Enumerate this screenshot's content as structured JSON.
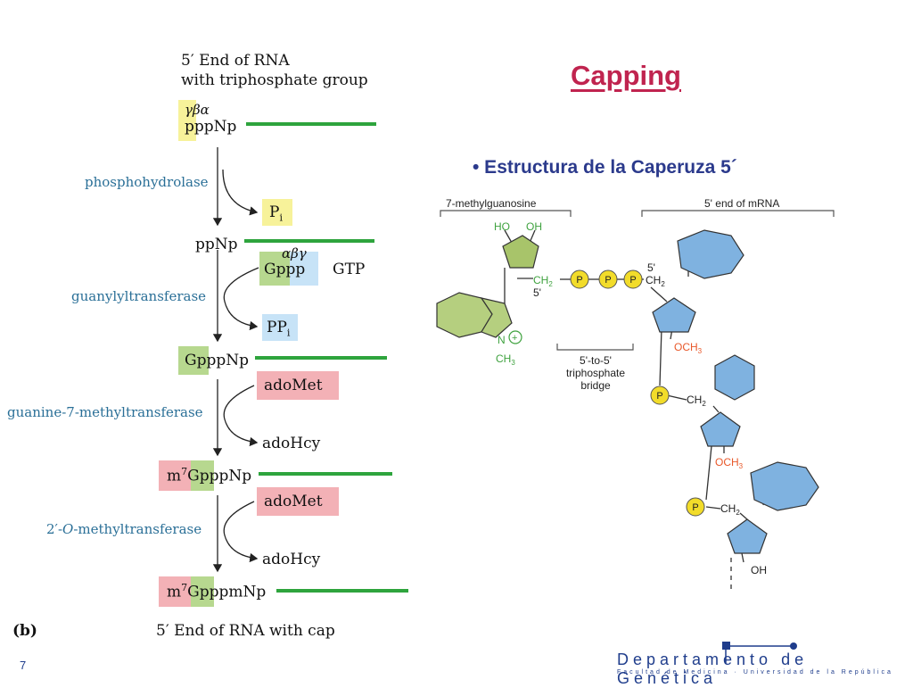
{
  "slide": {
    "title": "Capping",
    "bullet": "• Estructura de la Caperuza 5´",
    "slide_number": "7",
    "department": "Departamento de Genética",
    "department_sub": "Facultad de Medicina · Universidad de la República"
  },
  "pathway": {
    "header_line1": "5′ End of RNA",
    "header_line2": "with triphosphate group",
    "greek_1": "γβα",
    "species_1": "pppNp",
    "enzyme_1": "phosphohydrolase",
    "product_1": "P",
    "product_1_sub": "i",
    "species_2": "ppNp",
    "greek_2": "αβγ",
    "substrate_2": "Gppp",
    "substrate_2_label": "GTP",
    "enzyme_2": "guanylyltransferase",
    "product_2": "PP",
    "product_2_sub": "i",
    "species_3": "GpppNp",
    "substrate_3": "adoMet",
    "enzyme_3": "guanine-7-methyltransferase",
    "product_3": "adoHcy",
    "species_4_m": "m",
    "species_4_sup": "7",
    "species_4_rest": "GpppNp",
    "substrate_4": "adoMet",
    "enzyme_4_pre": "2′-",
    "enzyme_4_o": "O",
    "enzyme_4_post": "-methyltransferase",
    "product_4": "adoHcy",
    "species_5_m": "m",
    "species_5_sup": "7",
    "species_5_rest": "GpppmNp",
    "panel_label": "(b)",
    "footer": "5′ End of RNA with cap"
  },
  "structure": {
    "label_methylguanosine": "7-methylguanosine",
    "label_mrna_end": "5' end of mRNA",
    "label_bridge_1": "5'-to-5'",
    "label_bridge_2": "triphosphate",
    "label_bridge_3": "bridge",
    "ho": "HO",
    "oh_top": "OH",
    "ch2_left": "CH",
    "ch2_left_sub": "2",
    "five_prime_left": "5'",
    "n_plus": "N",
    "plus": "+",
    "ch3_n": "CH",
    "ch3_n_sub": "3",
    "p": "P",
    "five_prime_right": "5'",
    "ch2_right_1": "CH",
    "ch2_right_1_sub": "2",
    "och3_1": "OCH",
    "och3_1_sub": "3",
    "ch2_right_2": "CH",
    "ch2_right_2_sub": "2",
    "och3_2": "OCH",
    "och3_2_sub": "3",
    "ch2_right_3": "CH",
    "ch2_right_3_sub": "2",
    "oh_bottom": "OH",
    "colors": {
      "base_green": "#b5cf7f",
      "ribose_green": "#a8c46a",
      "base_blue": "#7fb2e0",
      "phosphate_yellow": "#f2dc2a",
      "label_green": "#3fa23f",
      "label_orange": "#e8582a"
    }
  }
}
